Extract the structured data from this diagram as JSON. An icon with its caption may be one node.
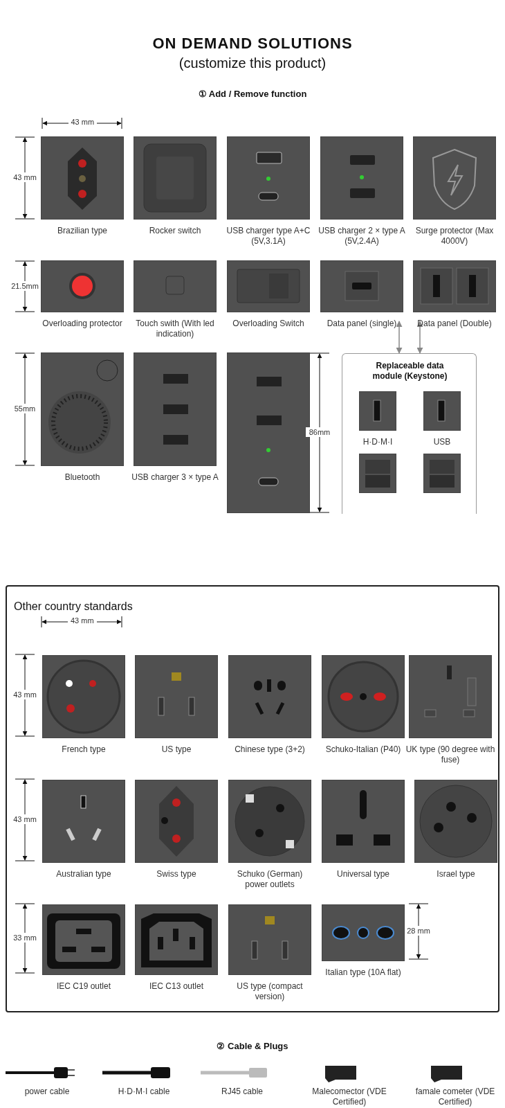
{
  "diagram": {
    "title": "ON DEMAND SOLUTIONS",
    "nodes": [
      {
        "text": [
          "Brazilian type"
        ]
      },
      {
        "text": [
          "Rocker switch"
        ]
      },
      {
        "text": [
          "USB charger type A+C (5V,3.1A)"
        ]
      },
      {
        "text": [
          "USB charger 2 × type A (5V,2.4A)"
        ]
      },
      {
        "text": [
          "Surge protector (Max 4000V)"
        ]
      },
      {
        "text": [
          "Overloading protector"
        ]
      },
      {
        "text": [
          "Touch swith (With led indication)"
        ]
      },
      {
        "text": [
          "Overloading Switch"
        ]
      },
      {
        "text": [
          "Data panel (single)"
        ]
      },
      {
        "text": [
          "Data panel (Double)"
        ]
      },
      {
        "text": [
          "Bluetooth"
        ]
      },
      {
        "text": [
          "USB charger 3 × type A"
        ]
      },
      {
        "text": [],
        "shape": "picture"
      },
      {
        "text": [
          "Replaceable data module (Keystone)"
        ]
      },
      {
        "text": [
          "H·D·M·I"
        ],
        "in": 13
      },
      {
        "text": [
          "USB"
        ],
        "in": 13
      },
      {
        "text": [],
        "shape": "picture",
        "in": 13
      },
      {
        "text": [],
        "shape": "picture",
        "in": 13
      },
      {
        "text": [
          "Other country standards"
        ]
      },
      {
        "text": [
          "French type"
        ],
        "in": 18
      },
      {
        "text": [
          "US type"
        ],
        "in": 18
      },
      {
        "text": [
          "Chinese type (3+2)"
        ],
        "in": 18
      },
      {
        "text": [
          "Schuko-Italian (P40)"
        ],
        "in": 18
      },
      {
        "text": [
          "UK type (90 degree with fuse)"
        ],
        "in": 18
      },
      {
        "text": [
          "Australian type"
        ],
        "in": 18
      },
      {
        "text": [
          "Swiss type"
        ],
        "in": 18
      },
      {
        "text": [
          "Schuko (German) power outlets"
        ],
        "in": 18
      },
      {
        "text": [
          "Universal type"
        ],
        "in": 18
      },
      {
        "text": [
          "Israel type"
        ],
        "in": 18
      },
      {
        "text": [
          "IEC C19 outlet"
        ],
        "in": 18
      },
      {
        "text": [
          "IEC C13 outlet"
        ],
        "in": 18
      },
      {
        "text": [
          "US type (compact version)"
        ],
        "in": 18
      },
      {
        "text": [
          "Italian type (10A flat)"
        ],
        "in": 18
      },
      {
        "text": [
          "power cable"
        ]
      },
      {
        "text": [
          "H·D·M·I cable"
        ]
      },
      {
        "text": [
          "RJ45 cable"
        ]
      },
      {
        "text": [
          "Malecomector (VDE Certified)"
        ]
      },
      {
        "text": [
          "famale cometer (VDE Certified)"
        ]
      }
    ],
    "edges": [
      {
        "from": 8,
        "to": 13,
        "arrow": "both"
      },
      {
        "from": 9,
        "to": 13,
        "arrow": "both"
      }
    ],
    "labels": [
      "(customize this product)",
      "① Add / Remove function",
      "43 mm",
      "43 mm",
      "21.5mm",
      "55mm",
      "86mm",
      "43 mm",
      "43 mm",
      "43 mm",
      "33 mm",
      "28 mm",
      "② Cable & Plugs"
    ]
  }
}
